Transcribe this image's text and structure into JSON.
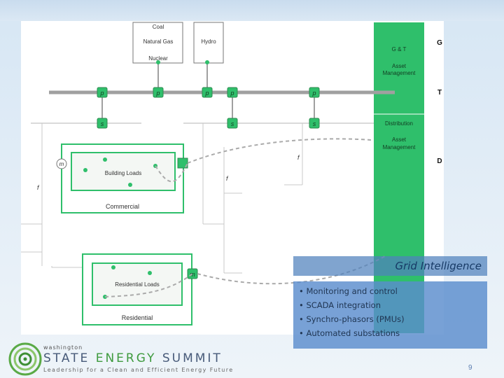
{
  "generation": {
    "box1_line1": "Coal",
    "box1_line2": "Natural Gas",
    "box1_line3": "Nuclear",
    "box2": "Hydro"
  },
  "side_labels": {
    "g": "G",
    "t": "T",
    "d": "D"
  },
  "gt_column": {
    "line1": "G & T",
    "line2": "Asset",
    "line3": "Management"
  },
  "dist_column": {
    "line1": "Distribution",
    "line2": "Asset",
    "line3": "Management"
  },
  "node_letters": {
    "p": "p",
    "s": "s",
    "m": "m",
    "f": "f"
  },
  "commercial": {
    "inner_label": "Building Loads",
    "outer_label": "Commercial"
  },
  "residential": {
    "inner_label": "Residential Loads",
    "outer_label": "Residential"
  },
  "grid_intelligence": {
    "title": "Grid Intelligence",
    "items": [
      "Monitoring and control",
      "SCADA integration",
      "Synchro-phasors (PMUs)",
      "Automated substations"
    ]
  },
  "footer": {
    "org_small": "washington",
    "org_state": "STATE",
    "org_energy": "ENERGY",
    "org_summit": "SUMMIT",
    "tagline": "Leadership for a Clean and Efficient Energy Future",
    "page_number": "9"
  },
  "colors": {
    "green": "#2fbf6b",
    "dark_green": "#2f8a4f",
    "bus_gray": "#a0a0a0",
    "panel_blue": "#5a8ccd"
  }
}
